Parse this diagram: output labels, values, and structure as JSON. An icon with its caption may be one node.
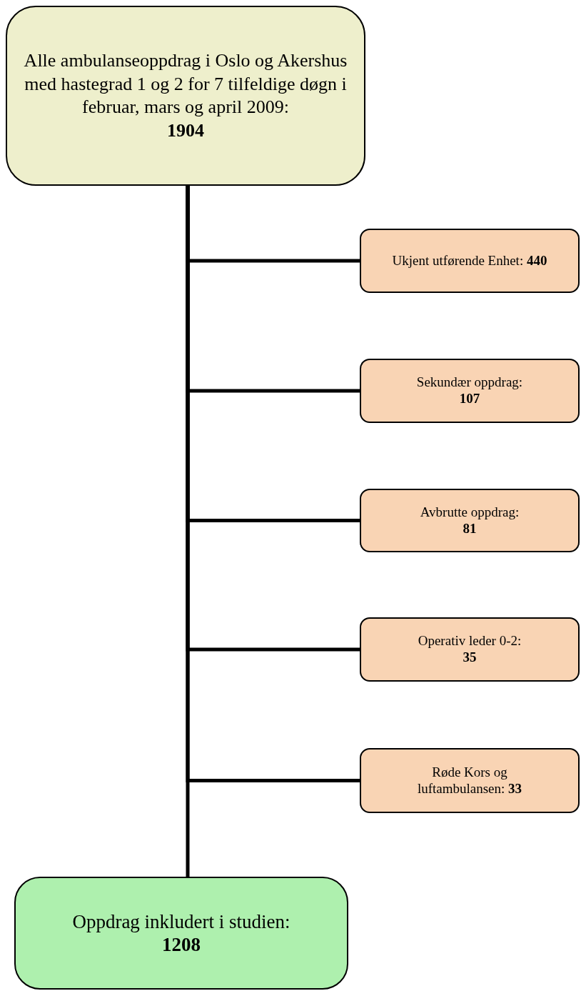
{
  "diagram": {
    "nodes": [
      {
        "text": [
          "Alle ambulanseoppdrag i Oslo og Akershus med hastegrad 1 og 2 for 7 tilfeldige døgn i februar, mars og april 2009: **1904**"
        ]
      },
      {
        "text": [
          "Ukjent utførende Enhet: **440**"
        ]
      },
      {
        "text": [
          "Sekundær oppdrag: **107**"
        ]
      },
      {
        "text": [
          "Avbrutte oppdrag: **81**"
        ]
      },
      {
        "text": [
          "Operativ leder 0-2: **35**"
        ]
      },
      {
        "text": [
          "Røde Kors og luftambulansen: **33**"
        ]
      },
      {
        "text": [
          "Oppdrag inkludert i studien: **1208**"
        ]
      }
    ],
    "edges": [
      {
        "from": 0,
        "to": 1,
        "arrow": "none"
      },
      {
        "from": 0,
        "to": 2,
        "arrow": "none"
      },
      {
        "from": 0,
        "to": 3,
        "arrow": "none"
      },
      {
        "from": 0,
        "to": 4,
        "arrow": "none"
      },
      {
        "from": 0,
        "to": 5,
        "arrow": "none"
      },
      {
        "from": 0,
        "to": 6,
        "arrow": "none"
      }
    ]
  }
}
